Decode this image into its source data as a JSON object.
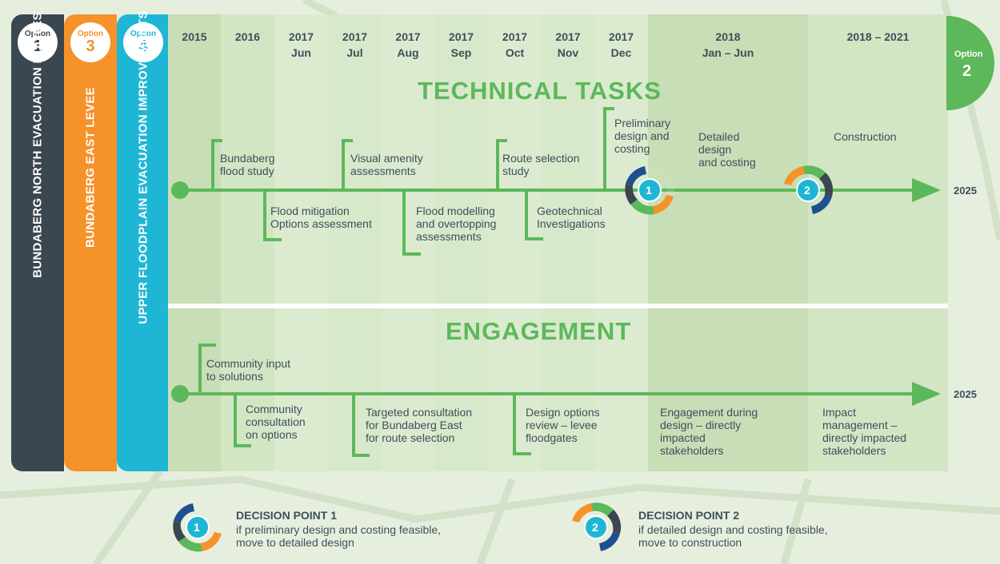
{
  "options": [
    {
      "word": "Option",
      "number": "1",
      "title": "BUNDABERG NORTH EVACUATION ROUTES",
      "color": "#3a4650"
    },
    {
      "word": "Option",
      "number": "3",
      "title": "BUNDABERG EAST LEVEE",
      "color": "#f5922a"
    },
    {
      "word": "Option",
      "number": "4",
      "title": "UPPER FLOODPLAIN EVACUATION IMPROVEMENTS",
      "color": "#1fb6d6"
    }
  ],
  "option2": {
    "word": "Option",
    "number": "2"
  },
  "timeline_columns": [
    {
      "year": "2015",
      "period": ""
    },
    {
      "year": "2016",
      "period": ""
    },
    {
      "year": "2017",
      "period": "Jun"
    },
    {
      "year": "2017",
      "period": "Jul"
    },
    {
      "year": "2017",
      "period": "Aug"
    },
    {
      "year": "2017",
      "period": "Sep"
    },
    {
      "year": "2017",
      "period": "Oct"
    },
    {
      "year": "2017",
      "period": "Nov"
    },
    {
      "year": "2017",
      "period": "Dec"
    },
    {
      "year": "2018",
      "period": "Jan – Jun"
    },
    {
      "year": "2018 – 2021",
      "period": ""
    }
  ],
  "technical": {
    "title": "TECHNICAL TASKS",
    "end_year": "2025",
    "tasks": [
      {
        "l1": "Bundaberg",
        "l2": "flood study",
        "l3": ""
      },
      {
        "l1": "Flood mitigation",
        "l2": "Options assessment",
        "l3": ""
      },
      {
        "l1": "Visual amenity",
        "l2": "assessments",
        "l3": ""
      },
      {
        "l1": "Flood modelling",
        "l2": "and overtopping",
        "l3": "assessments"
      },
      {
        "l1": "Route selection",
        "l2": "study",
        "l3": ""
      },
      {
        "l1": "Geotechnical",
        "l2": "Investigations",
        "l3": ""
      },
      {
        "l1": "Preliminary",
        "l2": "design and",
        "l3": "costing"
      },
      {
        "l1": "Detailed",
        "l2": "design",
        "l3": "and costing"
      },
      {
        "l1": "Construction",
        "l2": "",
        "l3": ""
      }
    ]
  },
  "engagement": {
    "title": "ENGAGEMENT",
    "end_year": "2025",
    "tasks": [
      {
        "l1": "Community input",
        "l2": "to solutions",
        "l3": "",
        "l4": ""
      },
      {
        "l1": "Community",
        "l2": "consultation",
        "l3": "on options",
        "l4": ""
      },
      {
        "l1": "Targeted consultation",
        "l2": "for Bundaberg East",
        "l3": "for route selection",
        "l4": ""
      },
      {
        "l1": "Design options",
        "l2": "review – levee",
        "l3": "floodgates",
        "l4": ""
      },
      {
        "l1": "Engagement during",
        "l2": "design – directly",
        "l3": "impacted",
        "l4": "stakeholders"
      },
      {
        "l1": "Impact",
        "l2": "management –",
        "l3": "directly impacted",
        "l4": "stakeholders"
      }
    ]
  },
  "decision_points": [
    {
      "number": "1",
      "title": "DECISION POINT 1",
      "line1": "if preliminary design and costing feasible,",
      "line2": "move to detailed design"
    },
    {
      "number": "2",
      "title": "DECISION POINT 2",
      "line1": "if detailed design and costing feasible,",
      "line2": "move to construction"
    }
  ],
  "colors": {
    "green": "#5cb85a",
    "dark": "#3a4650",
    "orange": "#f5922a",
    "cyan": "#1fb6d6",
    "navy": "#1f4f8f"
  }
}
